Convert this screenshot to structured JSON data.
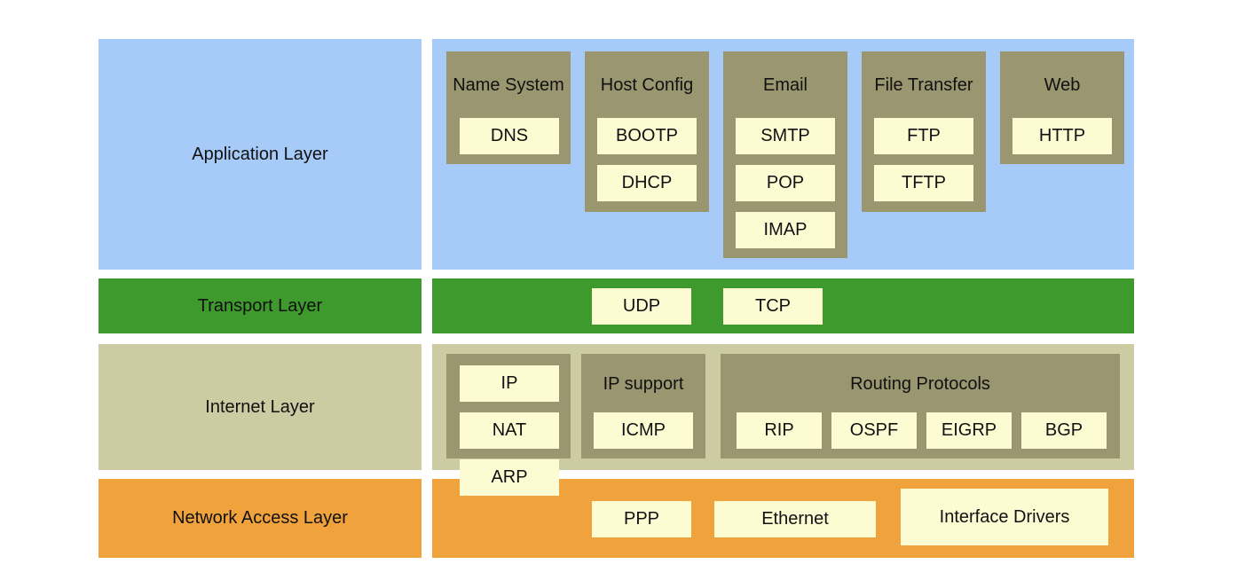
{
  "layers": {
    "application": "Application Layer",
    "transport": "Transport Layer",
    "internet": "Internet Layer",
    "network_access": "Network Access Layer"
  },
  "application": {
    "name_system": {
      "title": "Name System",
      "protocols": [
        "DNS"
      ]
    },
    "host_config": {
      "title": "Host Config",
      "protocols": [
        "BOOTP",
        "DHCP"
      ]
    },
    "email": {
      "title": "Email",
      "protocols": [
        "SMTP",
        "POP",
        "IMAP"
      ]
    },
    "file_transfer": {
      "title": "File Transfer",
      "protocols": [
        "FTP",
        "TFTP"
      ]
    },
    "web": {
      "title": "Web",
      "protocols": [
        "HTTP"
      ]
    }
  },
  "transport": {
    "protocols": [
      "UDP",
      "TCP"
    ]
  },
  "internet": {
    "ip_group": {
      "protocols": [
        "IP",
        "NAT",
        "ARP"
      ]
    },
    "ip_support": {
      "title": "IP support",
      "protocols": [
        "ICMP"
      ]
    },
    "routing": {
      "title": "Routing Protocols",
      "protocols": [
        "RIP",
        "OSPF",
        "EIGRP",
        "BGP"
      ]
    }
  },
  "network_access": {
    "protocols": [
      "PPP",
      "Ethernet",
      "Interface Drivers"
    ]
  },
  "colors": {
    "application": "#a6cbf8",
    "transport": "#3f9a2e",
    "internet": "#cdcba1",
    "network_access": "#f0a23c",
    "group": "#9a9670",
    "protocol_box": "#fdfbd2"
  }
}
